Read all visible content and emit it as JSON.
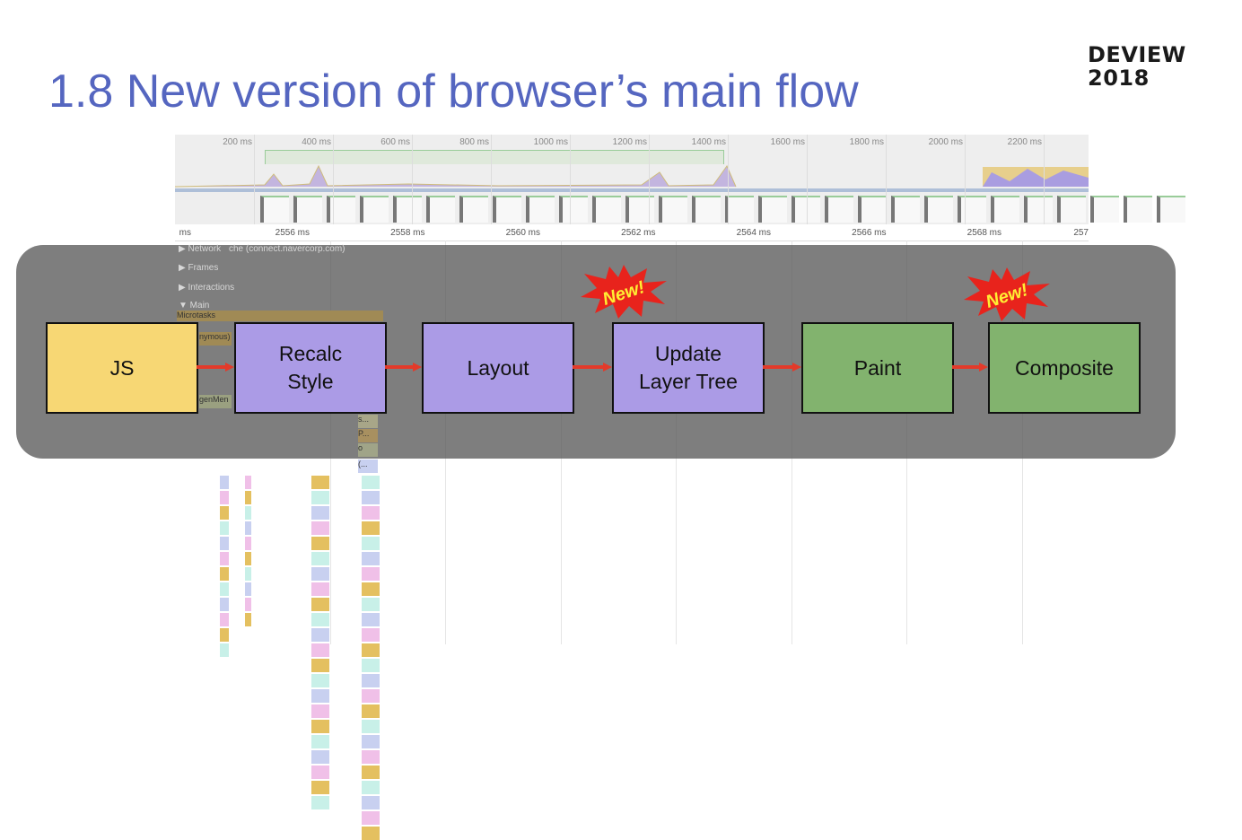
{
  "slide": {
    "title": "1.8 New version of browser’s main flow",
    "logo_line1": "DEVIEW",
    "logo_line2": "2018"
  },
  "devtools": {
    "overview_ticks": [
      "200 ms",
      "400 ms",
      "600 ms",
      "800 ms",
      "1000 ms",
      "1200 ms",
      "1400 ms",
      "1600 ms",
      "1800 ms",
      "2000 ms",
      "2200 ms"
    ],
    "ruler_ticks": [
      "ms",
      "2556 ms",
      "2558 ms",
      "2560 ms",
      "2562 ms",
      "2564 ms",
      "2566 ms",
      "2568 ms",
      "257"
    ],
    "tracks": [
      "▶ Network",
      "che (connect.navercorp.com)",
      "▶ Frames",
      "▶ Interactions",
      "▼ Main"
    ],
    "flame_labels": [
      "Microtasks",
      "nymous)",
      "genMen",
      "s...",
      "P...",
      "o",
      "(..."
    ]
  },
  "flow": {
    "steps": [
      {
        "label_1": "JS",
        "label_2": "",
        "color": "#f7d774"
      },
      {
        "label_1": "Recalc",
        "label_2": "Style",
        "color": "#ab9be6"
      },
      {
        "label_1": "Layout",
        "label_2": "",
        "color": "#ab9be6"
      },
      {
        "label_1": "Update",
        "label_2": "Layer Tree",
        "color": "#ab9be6"
      },
      {
        "label_1": "Paint",
        "label_2": "",
        "color": "#82b36e"
      },
      {
        "label_1": "Composite",
        "label_2": "",
        "color": "#82b36e"
      }
    ],
    "badge_label": "New!"
  }
}
